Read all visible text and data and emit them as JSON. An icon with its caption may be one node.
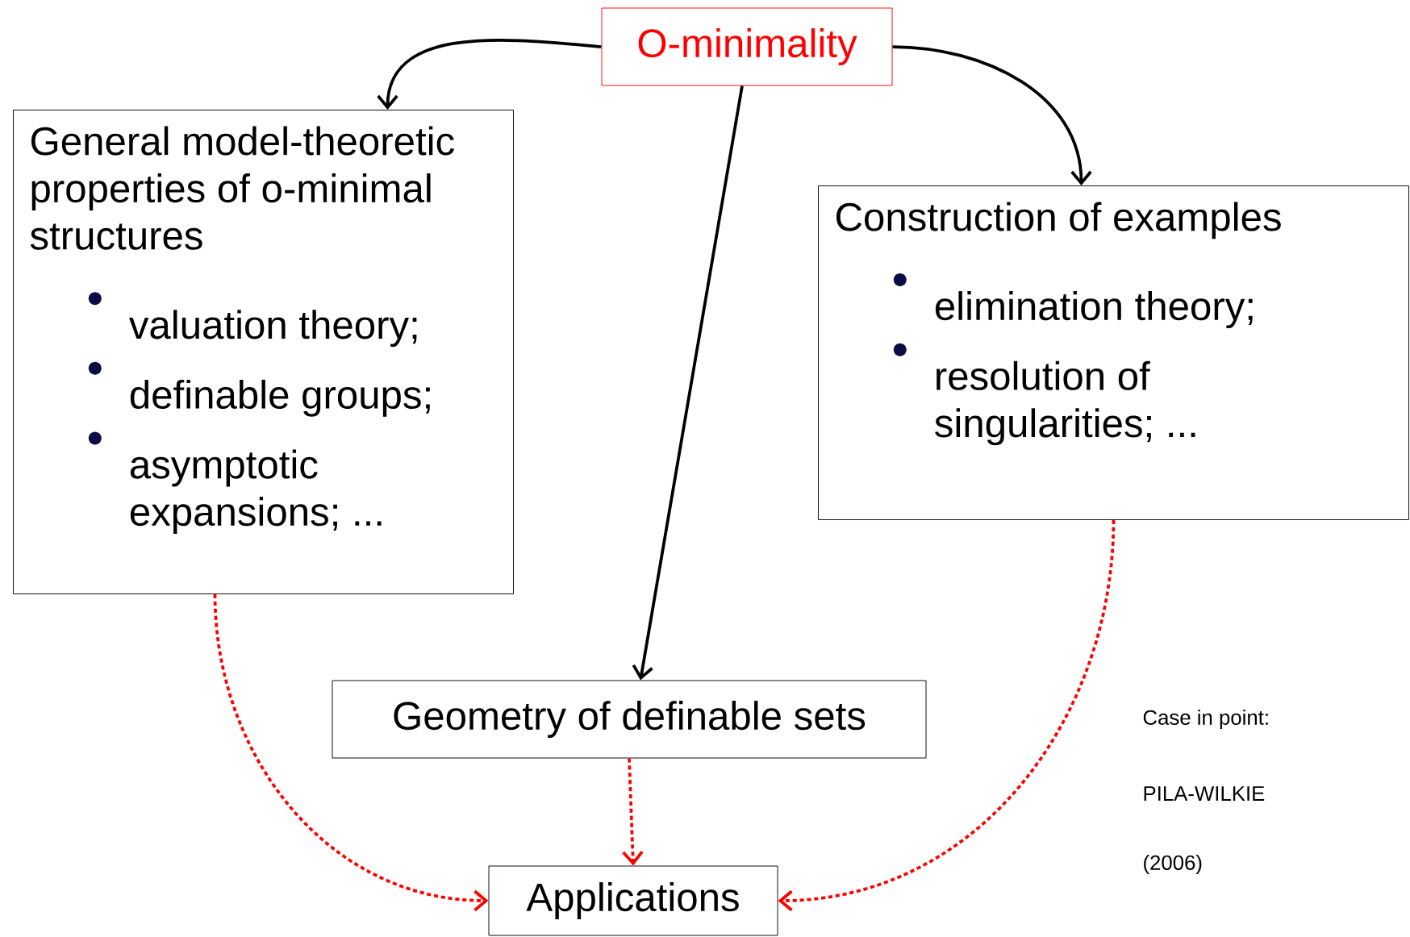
{
  "diagram": {
    "nodes": [
      {
        "text": [
          "O-minimality"
        ]
      },
      {
        "text": [
          "General model-theoretic properties of o-minimal structures",
          "valuation theory;",
          "definable groups;",
          "asymptotic expansions; ..."
        ]
      },
      {
        "text": [
          "Construction of examples",
          "elimination theory;",
          "resolution of singularities; ..."
        ]
      },
      {
        "text": [
          "Geometry of definable sets"
        ]
      },
      {
        "text": [
          "Applications"
        ]
      }
    ],
    "edges": [
      {
        "from": 0,
        "to": 1,
        "arrow": "to"
      },
      {
        "from": 0,
        "to": 2,
        "arrow": "to"
      },
      {
        "from": 0,
        "to": 3,
        "arrow": "to"
      },
      {
        "from": 1,
        "to": 4,
        "arrow": "to",
        "style": "dashed",
        "color": "#ff0000"
      },
      {
        "from": 3,
        "to": 4,
        "arrow": "to",
        "style": "dashed",
        "color": "#ff0000"
      },
      {
        "from": 2,
        "to": 4,
        "arrow": "to",
        "style": "dashed",
        "color": "#ff0000"
      }
    ],
    "labels": [
      "Case in point:",
      "PILA-WILKIE",
      "(2006)"
    ]
  }
}
